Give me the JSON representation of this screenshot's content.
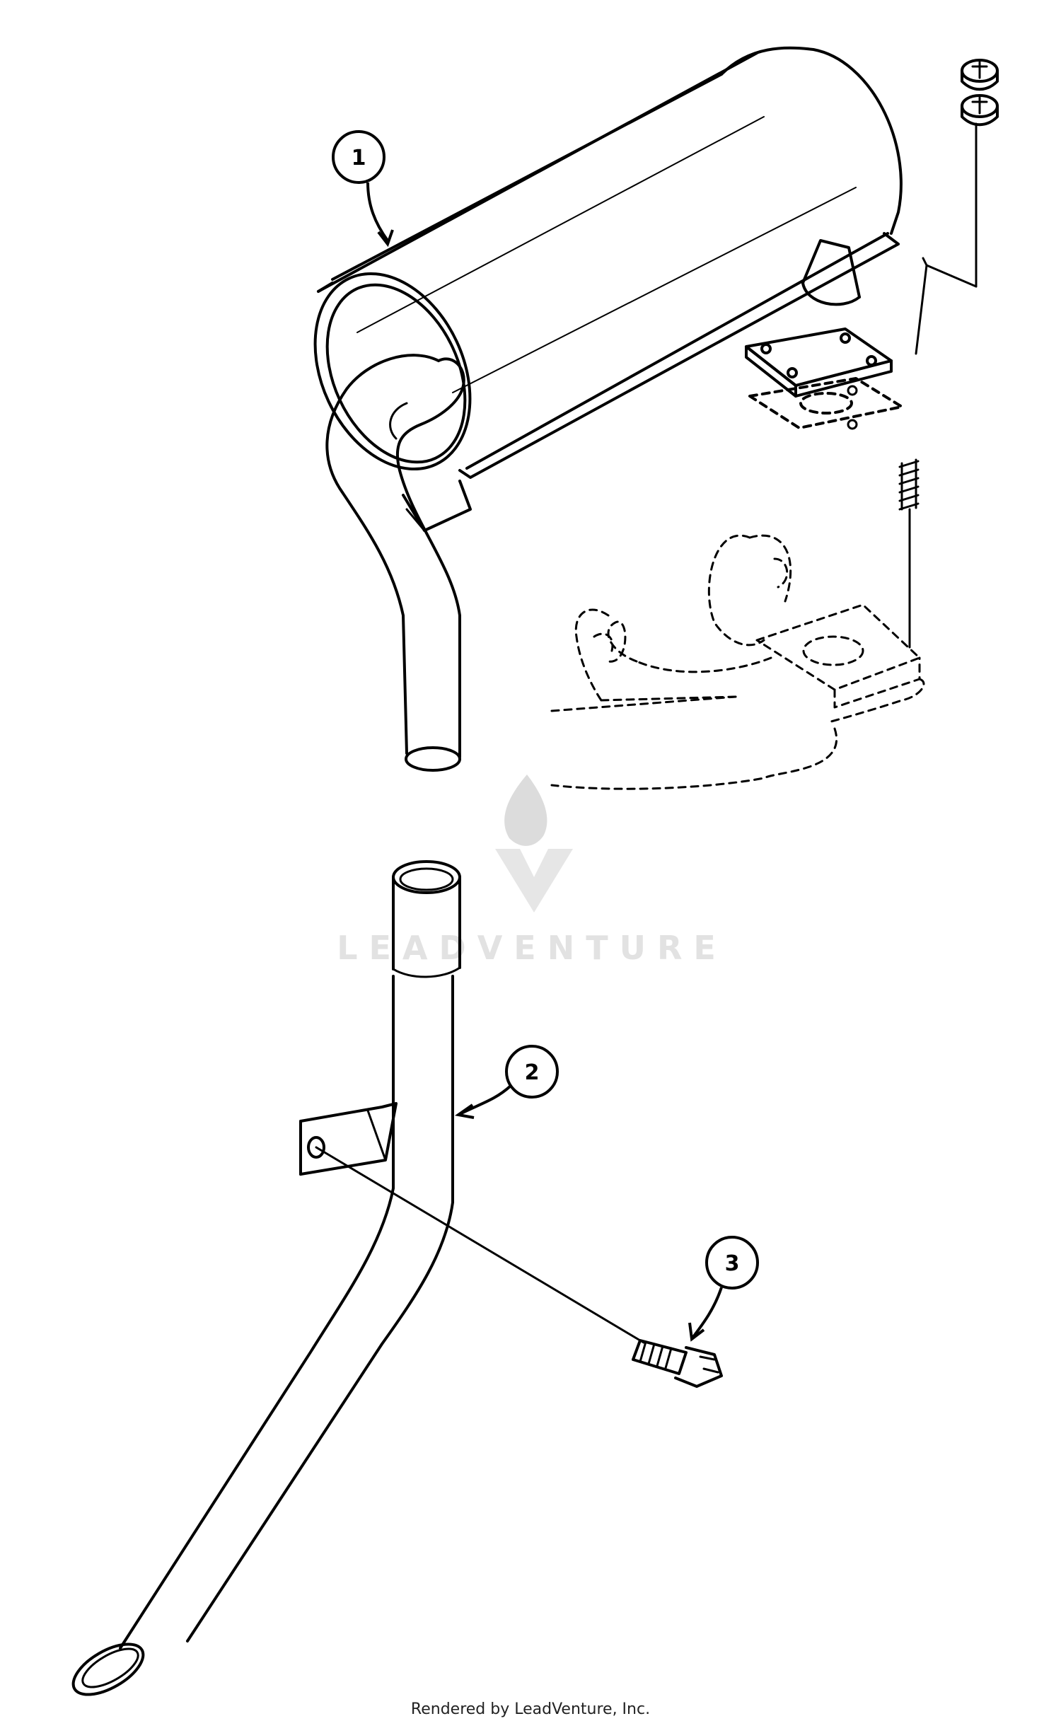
{
  "callouts": [
    {
      "label": "1",
      "part": "muffler"
    },
    {
      "label": "2",
      "part": "exhaust-pipe"
    },
    {
      "label": "3",
      "part": "bolt"
    }
  ],
  "watermark": {
    "text": "LEADVENTURE",
    "color": "#d9d9d9"
  },
  "footer": {
    "credit": "Rendered by LeadVenture, Inc."
  },
  "colors": {
    "line": "#000000",
    "background": "#ffffff",
    "watermark": "#d9d9d9"
  }
}
